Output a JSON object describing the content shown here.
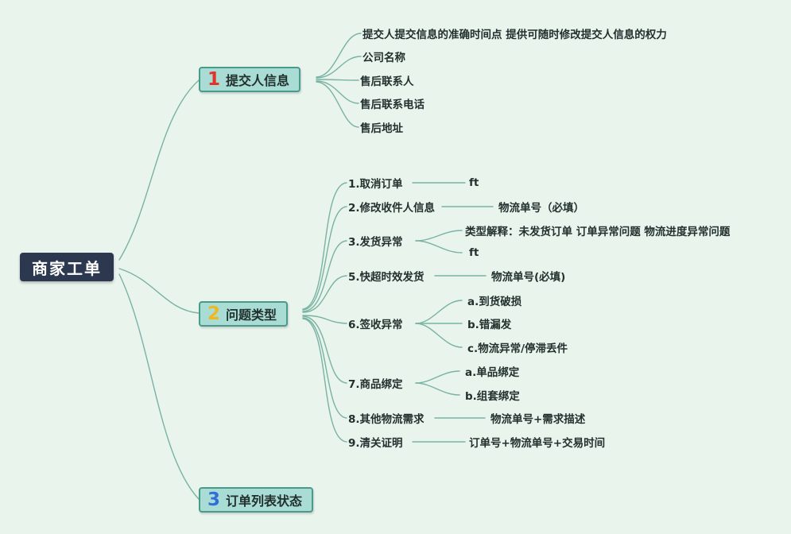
{
  "root": {
    "label": "商家工单"
  },
  "branches": [
    {
      "number": "1",
      "label": "提交人信息",
      "items": [
        {
          "label": "提交人提交信息的准确时间点 提供可随时修改提交人信息的权力"
        },
        {
          "label": "公司名称"
        },
        {
          "label": "售后联系人"
        },
        {
          "label": "售后联系电话"
        },
        {
          "label": "售后地址"
        }
      ]
    },
    {
      "number": "2",
      "label": "问题类型",
      "items": [
        {
          "label": "1.取消订单",
          "children": [
            {
              "label": "ft"
            }
          ]
        },
        {
          "label": "2.修改收件人信息",
          "children": [
            {
              "label": "物流单号（必填）"
            }
          ]
        },
        {
          "label": "3.发货异常",
          "children": [
            {
              "label": "类型解释：未发货订单 订单异常问题 物流进度异常问题"
            },
            {
              "label": "ft"
            }
          ]
        },
        {
          "label": "5.快超时效发货",
          "children": [
            {
              "label": "物流单号(必填)"
            }
          ]
        },
        {
          "label": "6.签收异常",
          "children": [
            {
              "label": "a.到货破损"
            },
            {
              "label": "b.错漏发"
            },
            {
              "label": "c.物流异常/停滞丢件"
            }
          ]
        },
        {
          "label": "7.商品绑定",
          "children": [
            {
              "label": "a.单品绑定"
            },
            {
              "label": "b.组套绑定"
            }
          ]
        },
        {
          "label": "8.其他物流需求",
          "children": [
            {
              "label": "物流单号+需求描述"
            }
          ]
        },
        {
          "label": "9.清关证明",
          "children": [
            {
              "label": "订单号+物流单号+交易时间"
            }
          ]
        }
      ]
    },
    {
      "number": "3",
      "label": "订单列表状态",
      "items": []
    }
  ],
  "colors": {
    "background": "#e9f4ed",
    "root_bg": "#2b3850",
    "root_text": "#ffffff",
    "node_bg": "#a9dcd4",
    "node_border": "#4a9a8a",
    "line": "#79b3a3",
    "text": "#22302e",
    "num1": "#e2332b",
    "num2": "#f0b81f",
    "num3": "#2f6fd8"
  }
}
